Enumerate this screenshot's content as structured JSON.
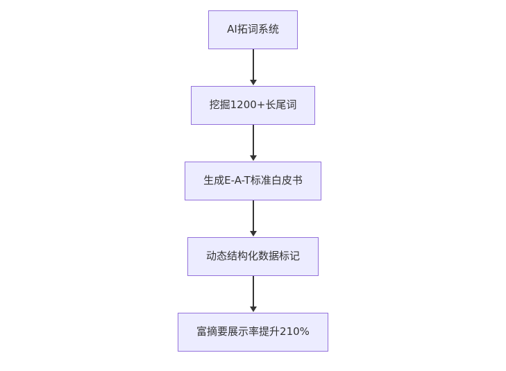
{
  "diagram": {
    "type": "flowchart",
    "direction": "top-down",
    "nodes": [
      {
        "id": "A",
        "label": "AI拓词系统"
      },
      {
        "id": "B",
        "label": "挖掘1200+长尾词"
      },
      {
        "id": "C",
        "label": "生成E-A-T标准白皮书"
      },
      {
        "id": "D",
        "label": "动态结构化数据标记"
      },
      {
        "id": "E",
        "label": "富摘要展示率提升210%"
      }
    ],
    "edges": [
      {
        "from": "A",
        "to": "B"
      },
      {
        "from": "B",
        "to": "C"
      },
      {
        "from": "C",
        "to": "D"
      },
      {
        "from": "D",
        "to": "E"
      }
    ],
    "colors": {
      "node_fill": "#ececff",
      "node_border": "#9370db",
      "text": "#333333",
      "arrow": "#333333",
      "background": "#ffffff"
    }
  }
}
